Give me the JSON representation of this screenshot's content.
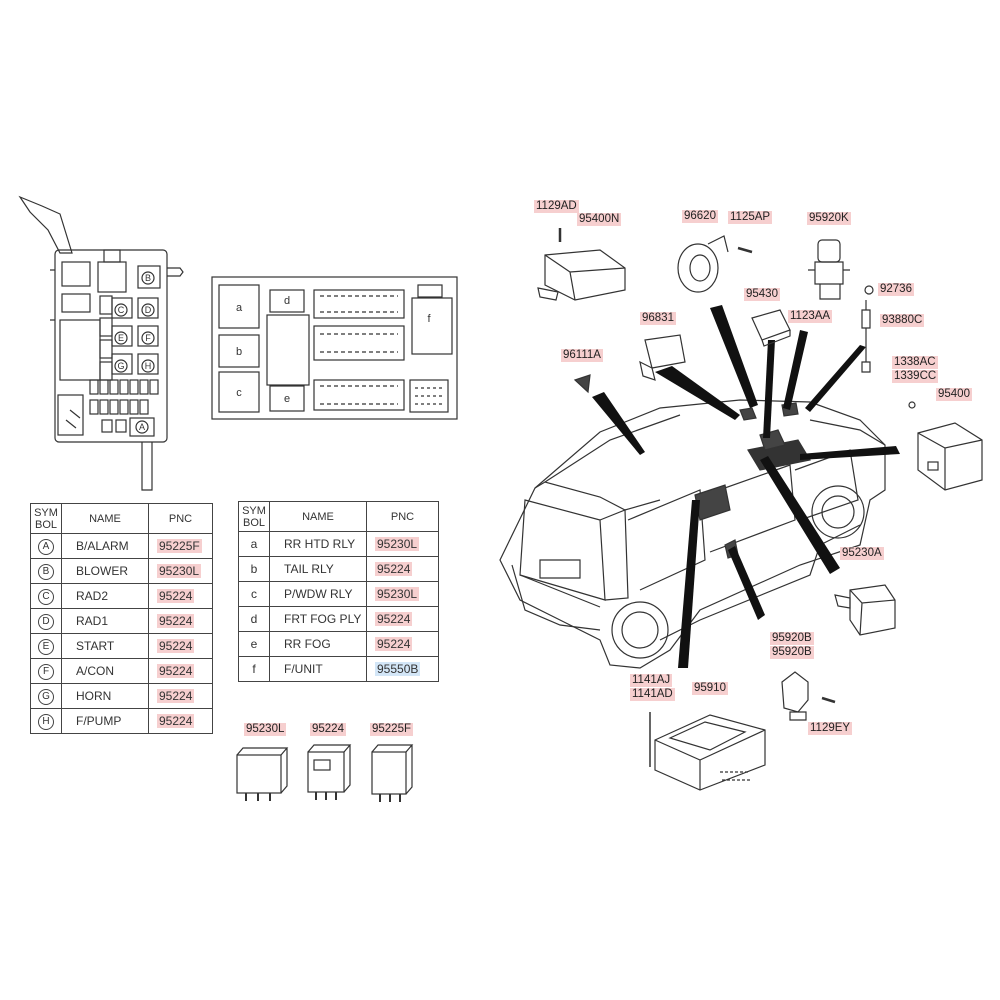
{
  "table_left": {
    "headers": [
      "SYM BOL",
      "NAME",
      "PNC"
    ],
    "rows": [
      {
        "symbol": "A",
        "name": "B/ALARM",
        "pnc": "95225F"
      },
      {
        "symbol": "B",
        "name": "BLOWER",
        "pnc": "95230L"
      },
      {
        "symbol": "C",
        "name": "RAD2",
        "pnc": "95224"
      },
      {
        "symbol": "D",
        "name": "RAD1",
        "pnc": "95224"
      },
      {
        "symbol": "E",
        "name": "START",
        "pnc": "95224"
      },
      {
        "symbol": "F",
        "name": "A/CON",
        "pnc": "95224"
      },
      {
        "symbol": "G",
        "name": "HORN",
        "pnc": "95224"
      },
      {
        "symbol": "H",
        "name": "F/PUMP",
        "pnc": "95224"
      }
    ]
  },
  "table_right": {
    "headers": [
      "SYM BOL",
      "NAME",
      "PNC"
    ],
    "rows": [
      {
        "symbol": "a",
        "name": "RR HTD RLY",
        "pnc": "95230L"
      },
      {
        "symbol": "b",
        "name": "TAIL RLY",
        "pnc": "95224"
      },
      {
        "symbol": "c",
        "name": "P/WDW RLY",
        "pnc": "95230L"
      },
      {
        "symbol": "d",
        "name": "FRT FOG PLY",
        "pnc": "95224"
      },
      {
        "symbol": "e",
        "name": "RR FOG",
        "pnc": "95224"
      },
      {
        "symbol": "f",
        "name": "F/UNIT",
        "pnc": "95550B"
      }
    ]
  },
  "fuse_box_letters": [
    "A",
    "B",
    "C",
    "D",
    "E",
    "F",
    "G",
    "H"
  ],
  "panel_letters": [
    "a",
    "b",
    "c",
    "d",
    "e",
    "f"
  ],
  "relay_labels": [
    "95230L",
    "95224",
    "95225F"
  ],
  "callouts": {
    "c1129AD": "1129AD",
    "c95400N": "95400N",
    "c96620": "96620",
    "c1125AP": "1125AP",
    "c95920K": "95920K",
    "c92736": "92736",
    "c95430": "95430",
    "c1123AA": "1123AA",
    "c93880C": "93880C",
    "c96831": "96831",
    "c96111A": "96111A",
    "c1338AC": "1338AC",
    "c1339CC": "1339CC",
    "c95400": "95400",
    "c95230A": "95230A",
    "c95920B_1": "95920B",
    "c95920B_2": "95920B",
    "c1141AJ": "1141AJ",
    "c1141AD": "1141AD",
    "c95910": "95910",
    "c1129EY": "1129EY"
  },
  "colors": {
    "label_bg": "#f6cfcf",
    "label_bg_blue": "#d3e6f7",
    "line": "#333333"
  }
}
